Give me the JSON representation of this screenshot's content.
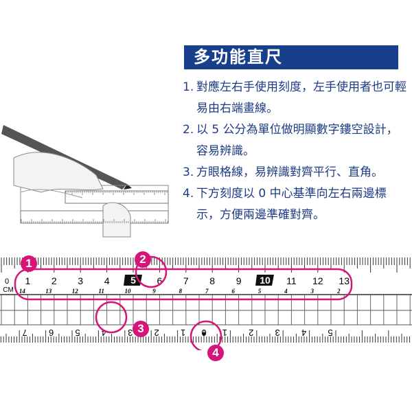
{
  "title": "多功能直尺",
  "features": [
    {
      "num": "1.",
      "text": "對應左右手使用刻度，左手使用者也可輕易由右端畫線。"
    },
    {
      "num": "2.",
      "text": "以 5 公分為單位做明顯數字鏤空設計，容易辨識。"
    },
    {
      "num": "3.",
      "text": "方眼格線，易辨識對齊平行、直角。"
    },
    {
      "num": "4.",
      "text": "下方刻度以 0 中心基準向左右兩邊標示，方便兩邊準確對齊。"
    }
  ],
  "ruler": {
    "unit": "CM",
    "zero": "0",
    "top_numbers": [
      "1",
      "2",
      "3",
      "4",
      "5",
      "6",
      "7",
      "8",
      "9",
      "10",
      "11",
      "12",
      "13"
    ],
    "reverse_numbers": [
      "14",
      "13",
      "12",
      "11",
      "10",
      "9",
      "8",
      "7",
      "6",
      "5",
      "4",
      "3",
      "2"
    ],
    "bottom_left": [
      "7",
      "6",
      "5",
      "4",
      "3",
      "2",
      "1"
    ],
    "bottom_center": "0",
    "bottom_right": [
      "1",
      "2",
      "3",
      "4",
      "5"
    ],
    "highlight_numbers": [
      "5",
      "10"
    ]
  },
  "callouts": [
    "1",
    "2",
    "3",
    "4"
  ],
  "colors": {
    "title_bg": "#183f8c",
    "text": "#1d3b84",
    "callout": "#d6157a"
  }
}
